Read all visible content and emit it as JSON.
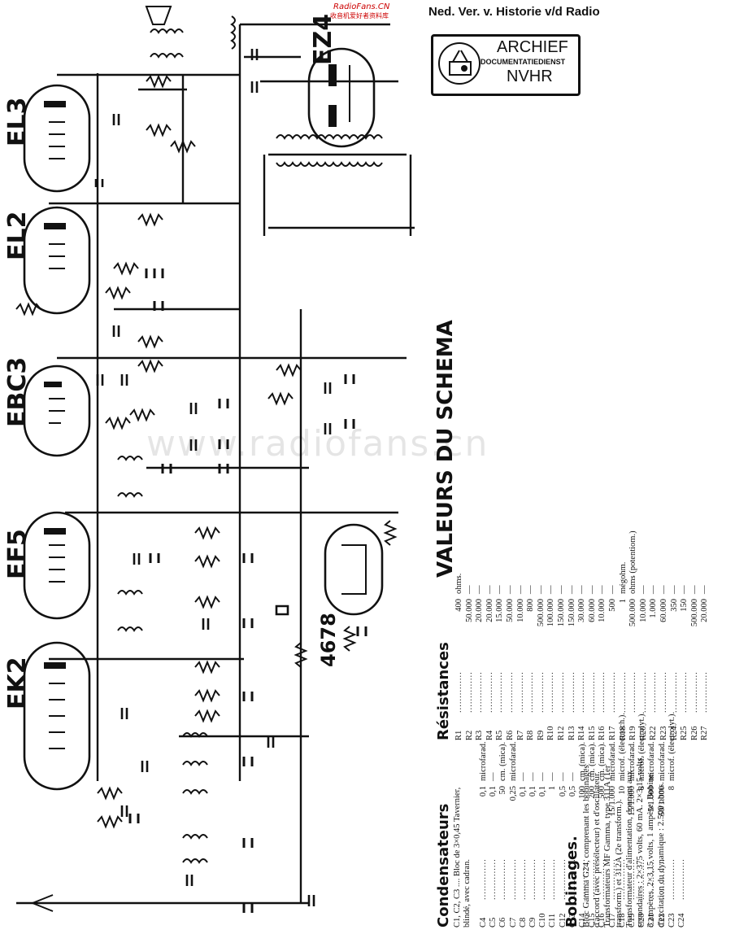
{
  "header": {
    "title": "Ned. Ver. v. Historie v/d Radio",
    "site": "RadioFans.CN",
    "site_sub": "收音机爱好者资料库"
  },
  "stamp": {
    "line1": "ARCHIEF",
    "line2": "DOCUMENTATIEDIENST",
    "line3": "NVHR"
  },
  "watermark": "www.radiofans.cn",
  "tubes": [
    "EL3",
    "EL2",
    "EBC3",
    "EF5",
    "EK2",
    "EZ4",
    "4678"
  ],
  "values": {
    "title": "VALEURS DU SCHEMA",
    "bobinages": {
      "heading": "Bobinages.",
      "text": "Bloc Gamma G24, comprenant les bobinages d'accord (avec présélecteur) et d'oscillateur. Transformateurs MF Gamma, type 311A (1er transform.) et 312A (2e transform.). Transformateur d'alimentation, donnant aux secondaires : 2×375 volts, 60 mA. 2×3,15 volts, 3 ampères. 2×3,15 volts, 1 ampère. Bobine d'excitation du dynamique : 2.500 ohms."
    },
    "condensateurs": {
      "heading": "Condensateurs",
      "block": "C1, C2, C3 .... Bloc de 3×0,45 Tavernier, blindé, avec cadran.",
      "rows": [
        {
          "ref": "C4",
          "val": "0,1",
          "unit": "microfarad."
        },
        {
          "ref": "C5",
          "val": "0,1",
          "unit": "—"
        },
        {
          "ref": "C6",
          "val": "50",
          "unit": "cm. (mica)."
        },
        {
          "ref": "C7",
          "val": "0,25",
          "unit": "microfarad."
        },
        {
          "ref": "C8",
          "val": "0,1",
          "unit": "—"
        },
        {
          "ref": "C9",
          "val": "0,1",
          "unit": "—"
        },
        {
          "ref": "C10",
          "val": "0,1",
          "unit": "—"
        },
        {
          "ref": "C11",
          "val": "1",
          "unit": "—"
        },
        {
          "ref": "C12",
          "val": "0,5",
          "unit": "—"
        },
        {
          "ref": "C13",
          "val": "0,5",
          "unit": "—"
        },
        {
          "ref": "C14",
          "val": "100",
          "unit": "cm. (mica)."
        },
        {
          "ref": "C15",
          "val": "200",
          "unit": "cm. (mica)."
        },
        {
          "ref": "C16",
          "val": "500",
          "unit": "cm. (mica)."
        },
        {
          "ref": "C17",
          "val": "15/1.000",
          "unit": "microfarad."
        },
        {
          "ref": "C18",
          "val": "10",
          "unit": "microf. (électroch.)."
        },
        {
          "ref": "C19",
          "val": "15/1.000",
          "unit": "microfarad."
        },
        {
          "ref": "C20",
          "val": "8",
          "unit": "microf. (électrolyt.)."
        },
        {
          "ref": "C21",
          "val": "5/1.000",
          "unit": "microfarad."
        },
        {
          "ref": "C22",
          "val": "50/1.000",
          "unit": "microfarad."
        },
        {
          "ref": "C23",
          "val": "8",
          "unit": "microf. (électrolyt.)."
        },
        {
          "ref": "C24",
          "val": "",
          "unit": ""
        }
      ]
    },
    "resistances": {
      "heading": "Résistances",
      "rows": [
        {
          "ref": "R1",
          "val": "400",
          "unit": "ohms."
        },
        {
          "ref": "R2",
          "val": "50.000",
          "unit": "—"
        },
        {
          "ref": "R3",
          "val": "20.000",
          "unit": "—"
        },
        {
          "ref": "R4",
          "val": "20.000",
          "unit": "—"
        },
        {
          "ref": "R5",
          "val": "15.000",
          "unit": "—"
        },
        {
          "ref": "R6",
          "val": "50.000",
          "unit": "—"
        },
        {
          "ref": "R7",
          "val": "10.000",
          "unit": "—"
        },
        {
          "ref": "R8",
          "val": "800",
          "unit": "—"
        },
        {
          "ref": "R9",
          "val": "500.000",
          "unit": "—"
        },
        {
          "ref": "R10",
          "val": "100.000",
          "unit": "—"
        },
        {
          "ref": "R12",
          "val": "150.000",
          "unit": "—"
        },
        {
          "ref": "R13",
          "val": "150.000",
          "unit": "—"
        },
        {
          "ref": "R14",
          "val": "30.000",
          "unit": "—"
        },
        {
          "ref": "R15",
          "val": "60.000",
          "unit": "—"
        },
        {
          "ref": "R16",
          "val": "10.000",
          "unit": "—"
        },
        {
          "ref": "R17",
          "val": "500",
          "unit": "—"
        },
        {
          "ref": "R18",
          "val": "1",
          "unit": "mégohm."
        },
        {
          "ref": "R19",
          "val": "500.000",
          "unit": "ohms (potentiom.)"
        },
        {
          "ref": "R20",
          "val": "10.000",
          "unit": "—"
        },
        {
          "ref": "R22",
          "val": "1.000",
          "unit": "—"
        },
        {
          "ref": "R23",
          "val": "60.000",
          "unit": "—"
        },
        {
          "ref": "R24",
          "val": "350",
          "unit": "—"
        },
        {
          "ref": "R25",
          "val": "150",
          "unit": "—"
        },
        {
          "ref": "R26",
          "val": "500.000",
          "unit": "—"
        },
        {
          "ref": "R27",
          "val": "20.000",
          "unit": "—"
        }
      ]
    }
  }
}
